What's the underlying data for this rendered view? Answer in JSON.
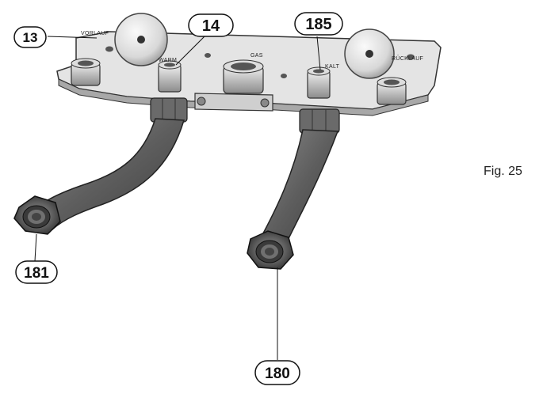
{
  "figure": {
    "caption": "Fig. 25",
    "labels": {
      "vorlauf": "VORLAUF",
      "warm": "WARM",
      "gas": "GAS",
      "kalt": "KALT",
      "rucklauf": "RÜCKLAUF"
    },
    "callouts": {
      "c13": "13",
      "c14": "14",
      "c185": "185",
      "c181": "181",
      "c180": "180"
    }
  }
}
